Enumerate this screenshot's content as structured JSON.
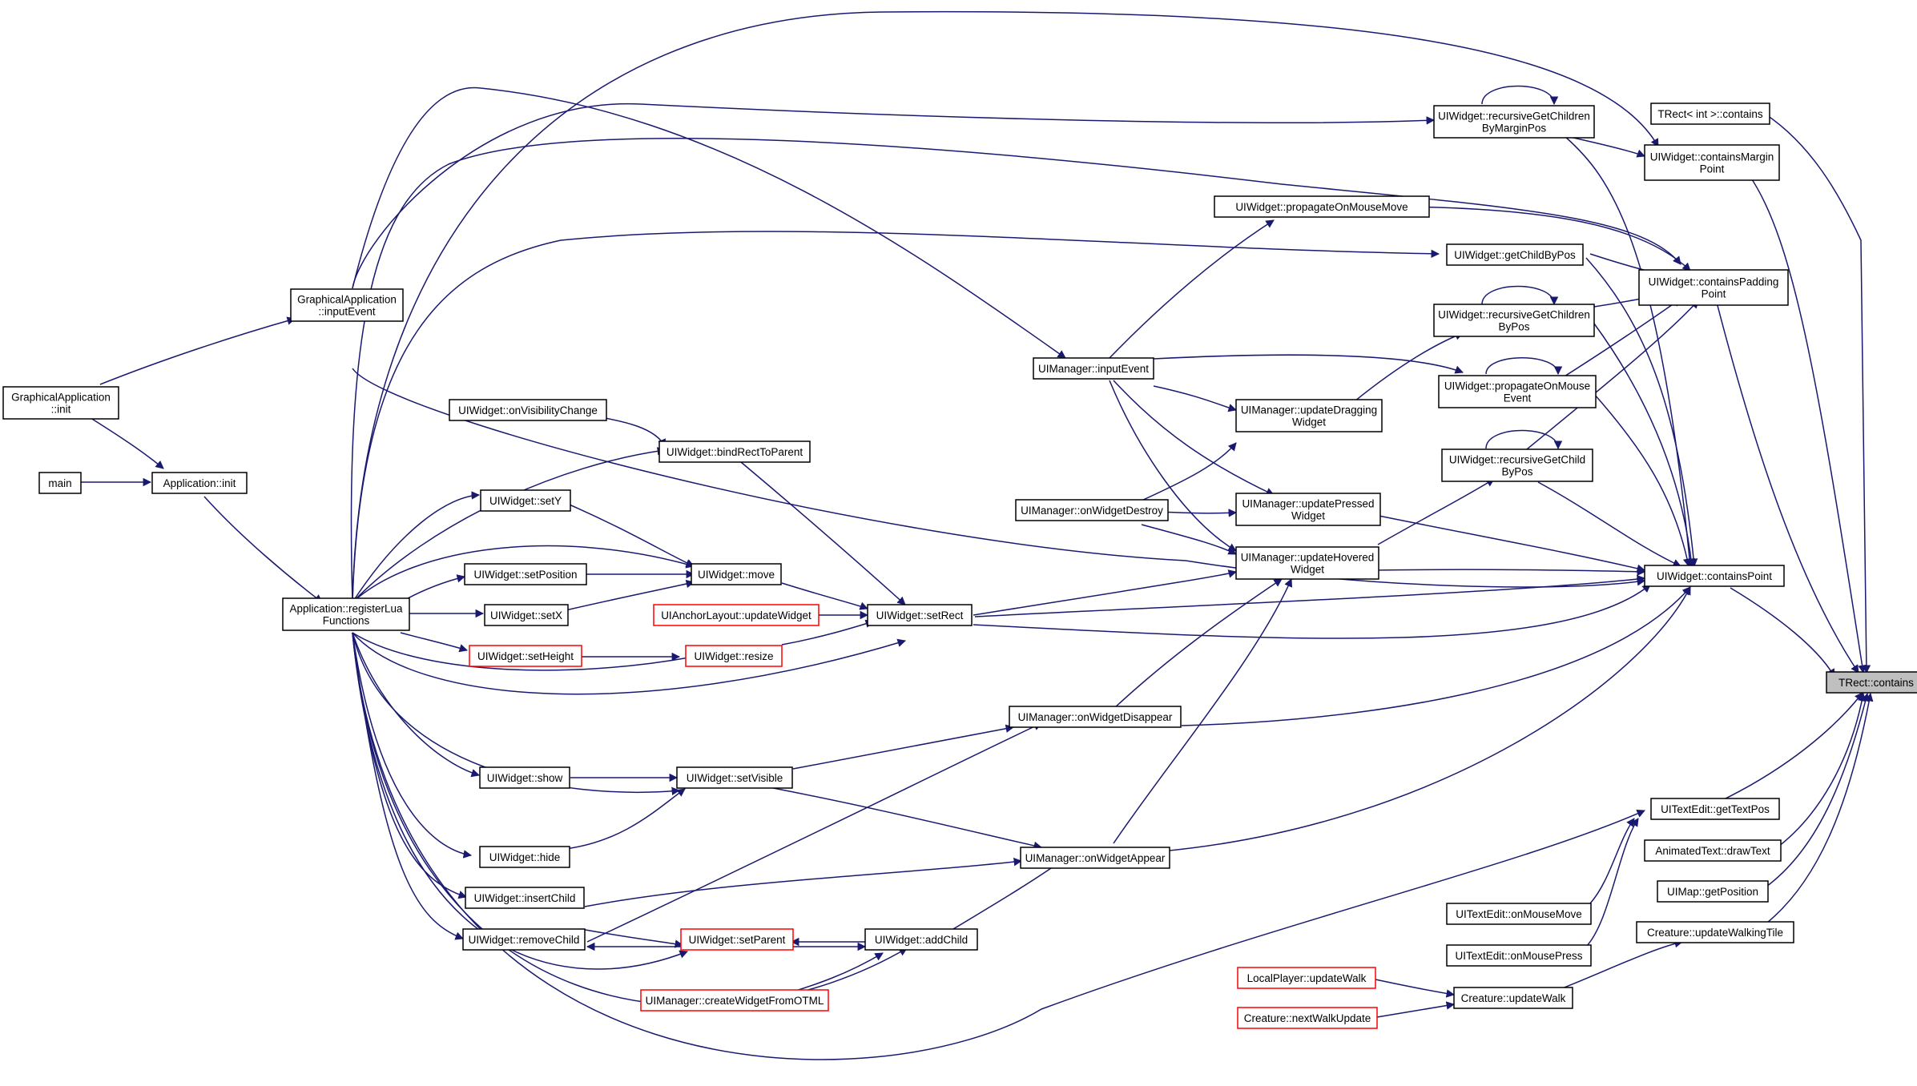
{
  "colors": {
    "edge": "#191970",
    "truncated_border": "#ff0000",
    "root_fill": "#bfbfbf"
  },
  "nodes": {
    "trect_contains": [
      "TRect::contains"
    ],
    "trect_int_contains": [
      "TRect< int >::contains"
    ],
    "contains_margin_point": [
      "UIWidget::containsMargin",
      "Point"
    ],
    "contains_padding_point": [
      "UIWidget::containsPadding",
      "Point"
    ],
    "contains_point": [
      "UIWidget::containsPoint"
    ],
    "get_text_pos": [
      "UITextEdit::getTextPos"
    ],
    "animated_draw_text": [
      "AnimatedText::drawText"
    ],
    "uimap_get_position": [
      "UIMap::getPosition"
    ],
    "update_walking_tile": [
      "Creature::updateWalkingTile"
    ],
    "rec_children_margin": [
      "UIWidget::recursiveGetChildren",
      "ByMarginPos"
    ],
    "propagate_mouse_move": [
      "UIWidget::propagateOnMouseMove"
    ],
    "get_child_by_pos": [
      "UIWidget::getChildByPos"
    ],
    "rec_children_by_pos": [
      "UIWidget::recursiveGetChildren",
      "ByPos"
    ],
    "propagate_mouse_event": [
      "UIWidget::propagateOnMouse",
      "Event"
    ],
    "rec_child_by_pos": [
      "UIWidget::recursiveGetChild",
      "ByPos"
    ],
    "on_mouse_move": [
      "UITextEdit::onMouseMove"
    ],
    "on_mouse_press": [
      "UITextEdit::onMousePress"
    ],
    "update_walk": [
      "Creature::updateWalk"
    ],
    "local_player_update_walk": [
      "LocalPlayer::updateWalk"
    ],
    "next_walk_update": [
      "Creature::nextWalkUpdate"
    ],
    "ui_input_event": [
      "UIManager::inputEvent"
    ],
    "update_dragging": [
      "UIManager::updateDragging",
      "Widget"
    ],
    "on_widget_destroy": [
      "UIManager::onWidgetDestroy"
    ],
    "update_pressed": [
      "UIManager::updatePressed",
      "Widget"
    ],
    "update_hovered": [
      "UIManager::updateHovered",
      "Widget"
    ],
    "on_widget_disappear": [
      "UIManager::onWidgetDisappear"
    ],
    "on_widget_appear": [
      "UIManager::onWidgetAppear"
    ],
    "graphical_input_event": [
      "GraphicalApplication",
      "::inputEvent"
    ],
    "graphical_init": [
      "GraphicalApplication",
      "::init"
    ],
    "main": [
      "main"
    ],
    "application_init": [
      "Application::init"
    ],
    "register_lua": [
      "Application::registerLua",
      "Functions"
    ],
    "on_visibility_change": [
      "UIWidget::onVisibilityChange"
    ],
    "bind_rect_to_parent": [
      "UIWidget::bindRectToParent"
    ],
    "set_y": [
      "UIWidget::setY"
    ],
    "set_position": [
      "UIWidget::setPosition"
    ],
    "move": [
      "UIWidget::move"
    ],
    "set_x": [
      "UIWidget::setX"
    ],
    "anchor_update_widget": [
      "UIAnchorLayout::updateWidget"
    ],
    "set_rect": [
      "UIWidget::setRect"
    ],
    "set_height": [
      "UIWidget::setHeight"
    ],
    "resize": [
      "UIWidget::resize"
    ],
    "show": [
      "UIWidget::show"
    ],
    "set_visible": [
      "UIWidget::setVisible"
    ],
    "hide": [
      "UIWidget::hide"
    ],
    "insert_child": [
      "UIWidget::insertChild"
    ],
    "remove_child": [
      "UIWidget::removeChild"
    ],
    "set_parent": [
      "UIWidget::setParent"
    ],
    "add_child": [
      "UIWidget::addChild"
    ],
    "create_widget_otml": [
      "UIManager::createWidgetFromOTML"
    ]
  }
}
